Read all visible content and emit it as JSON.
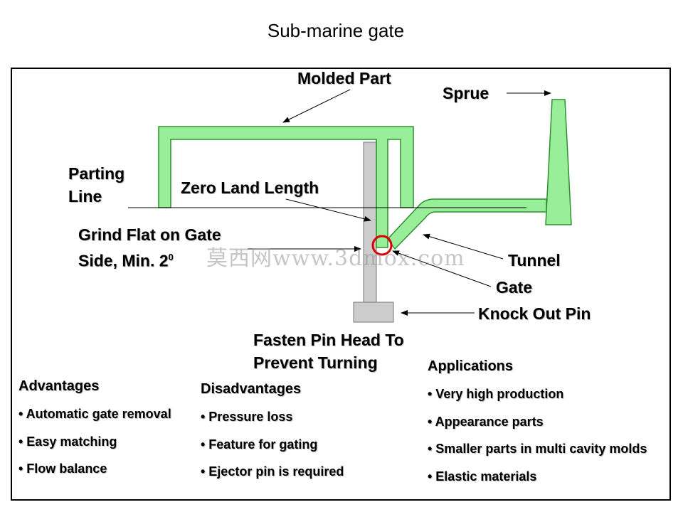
{
  "title": "Sub-marine gate",
  "labels": {
    "molded_part": "Molded Part",
    "sprue": "Sprue",
    "parting_line_1": "Parting",
    "parting_line_2": "Line",
    "zero_land": "Zero Land Length",
    "grind_1": "Grind Flat on Gate",
    "grind_2": "Side, Min. 2",
    "grind_sup": "0",
    "tunnel": "Tunnel",
    "gate": "Gate",
    "knock_out_pin": "Knock Out Pin",
    "fasten_1": "Fasten Pin Head To",
    "fasten_2": "Prevent Turning"
  },
  "watermark": "莫西网www.3dmox.com",
  "advantages": {
    "heading": "Advantages",
    "items": [
      "• Automatic gate removal",
      "• Easy matching",
      "• Flow balance"
    ]
  },
  "disadvantages": {
    "heading": "Disadvantages",
    "items": [
      "• Pressure loss",
      "• Feature for gating",
      "• Ejector pin is required"
    ]
  },
  "applications": {
    "heading": "Applications",
    "items": [
      "• Very high production",
      "• Appearance parts",
      "• Smaller parts in multi cavity molds",
      "• Elastic materials"
    ]
  },
  "colors": {
    "part_fill": "#99ee99",
    "part_stroke": "#2f8f2f",
    "pin_fill": "#cccccc",
    "gate_circle": "#dd0000"
  }
}
